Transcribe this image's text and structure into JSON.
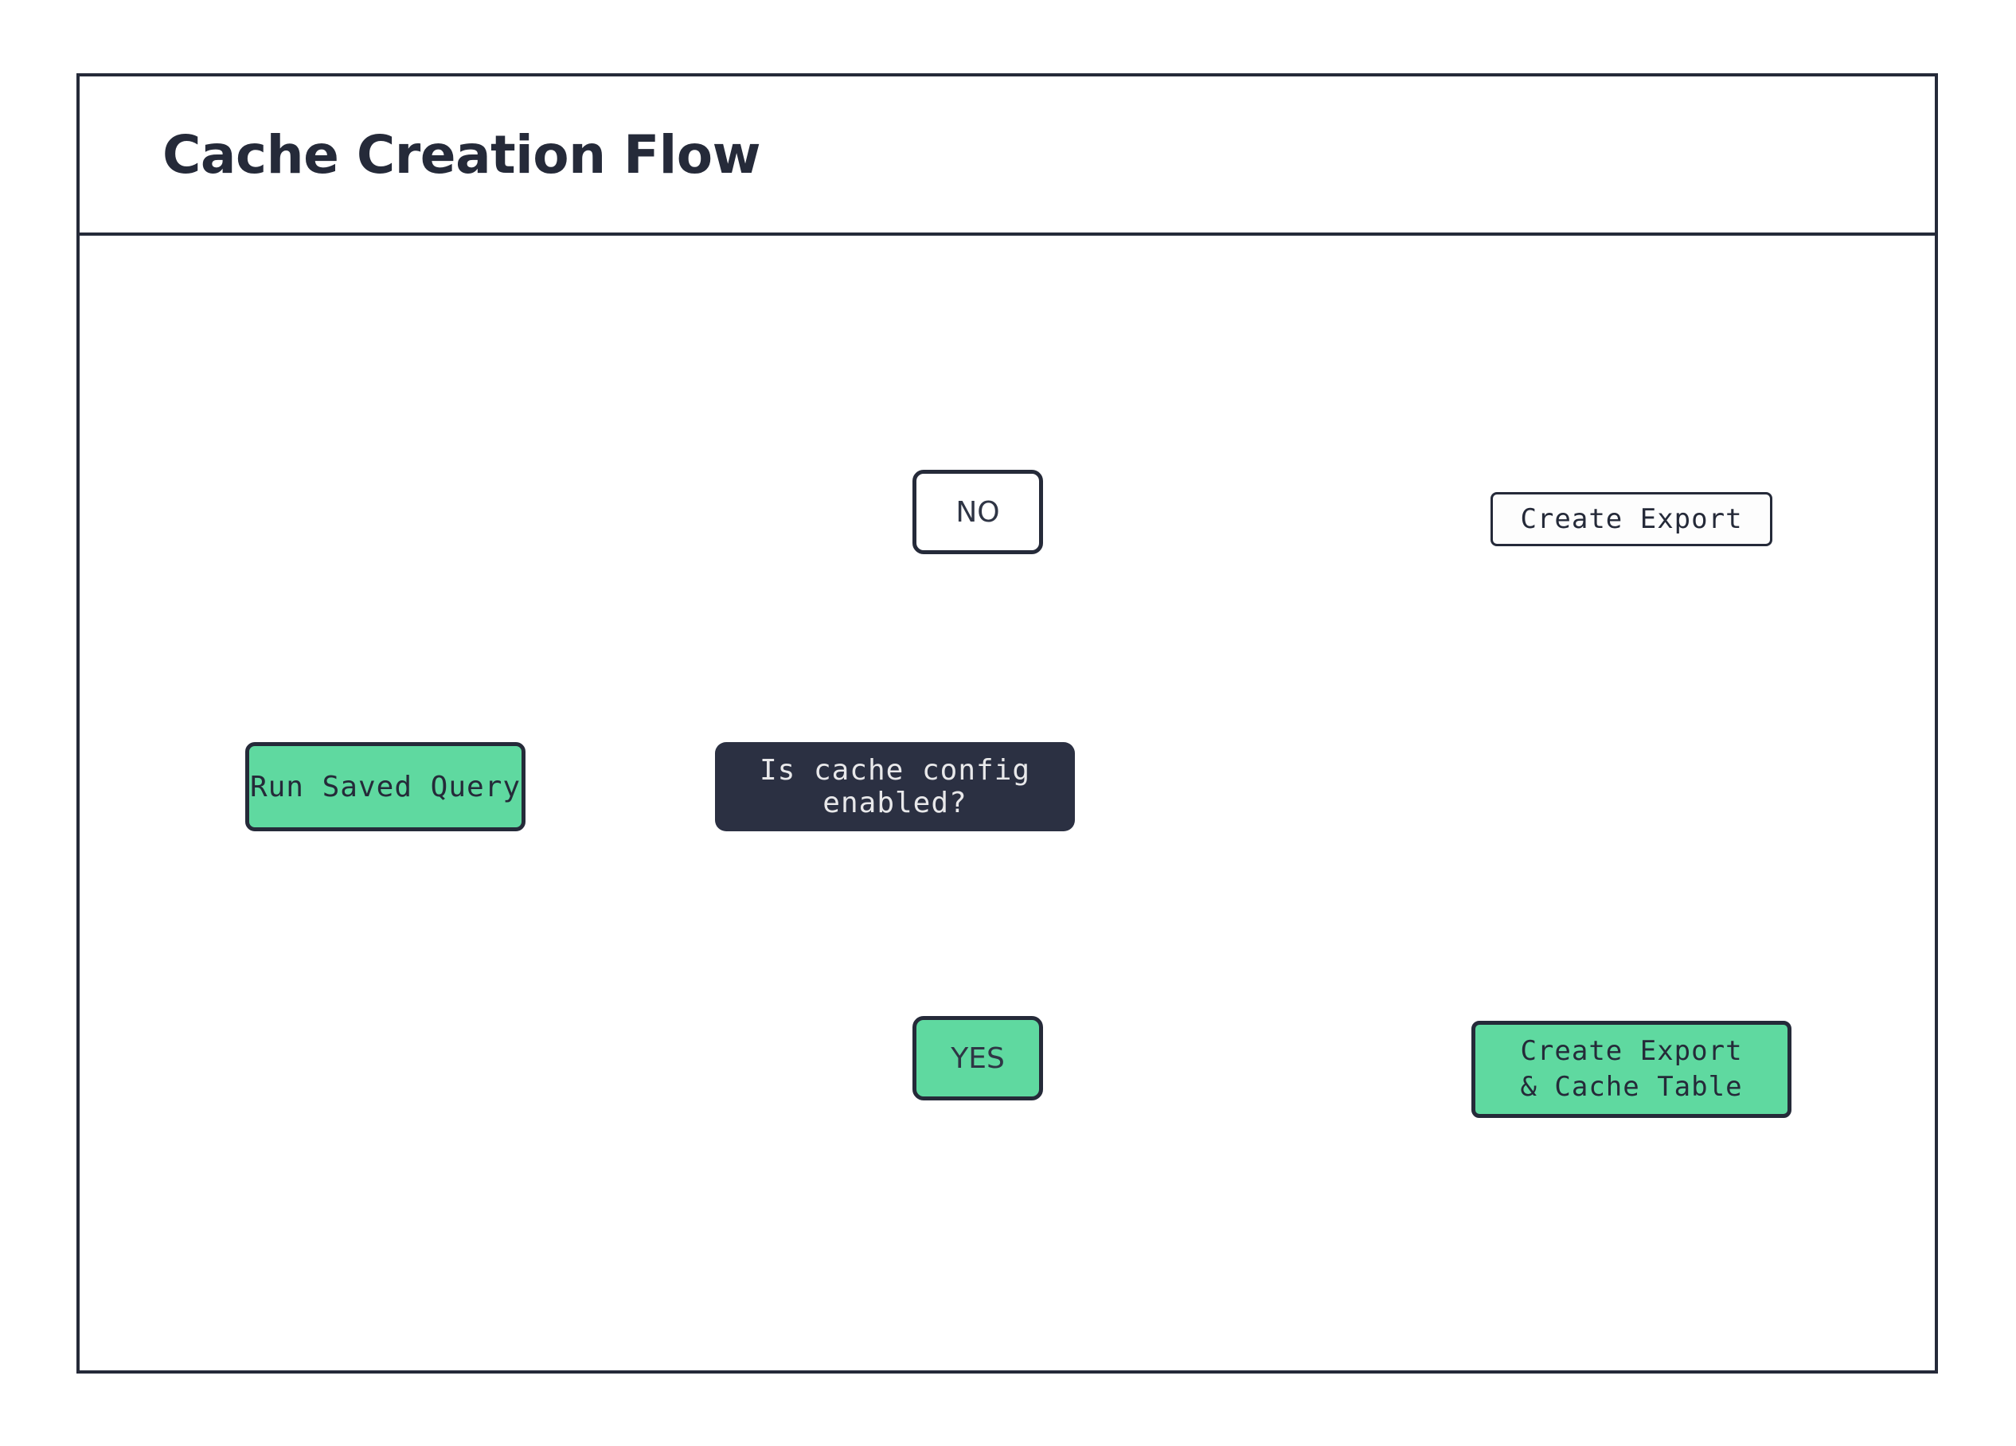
{
  "diagram": {
    "title": "Cache Creation Flow",
    "colors": {
      "ink": "#252a39",
      "decision_fill": "#2b3042",
      "decision_text": "#e8e8ea",
      "accent_green": "#5fd9a0",
      "node_fill": "#ffffff",
      "background": "#ffffff"
    },
    "nodes": {
      "run_saved_query": {
        "label": "Run Saved Query",
        "shape": "rounded-rect",
        "fill": "#5fd9a0"
      },
      "decision": {
        "label": "Is cache config enabled?",
        "shape": "rounded-rect",
        "fill": "#2b3042"
      },
      "branch_no": {
        "label": "NO",
        "shape": "rounded-rect",
        "fill": "#ffffff"
      },
      "branch_yes": {
        "label": "YES",
        "shape": "rounded-rect",
        "fill": "#5fd9a0"
      },
      "create_export": {
        "label": "Create Export",
        "shape": "database-cylinder-label",
        "fill": "#fdfdfd"
      },
      "create_export_cache": {
        "label_line1": "Create Export",
        "label_line2": "& Cache Table",
        "shape": "database-cylinder-label",
        "fill": "#5fd9a0"
      }
    },
    "containers": {
      "top_database": {
        "name": "database-cylinder-top",
        "shape": "cylinder"
      },
      "bottom_database": {
        "name": "database-cylinder-bottom",
        "shape": "cylinder"
      }
    },
    "edges": [
      {
        "from": "run_saved_query",
        "to": "decision"
      },
      {
        "from": "decision",
        "to": "branch_no"
      },
      {
        "from": "branch_no",
        "to": "create_export"
      },
      {
        "from": "decision",
        "to": "branch_yes"
      },
      {
        "from": "branch_yes",
        "to": "create_export_cache"
      }
    ]
  }
}
